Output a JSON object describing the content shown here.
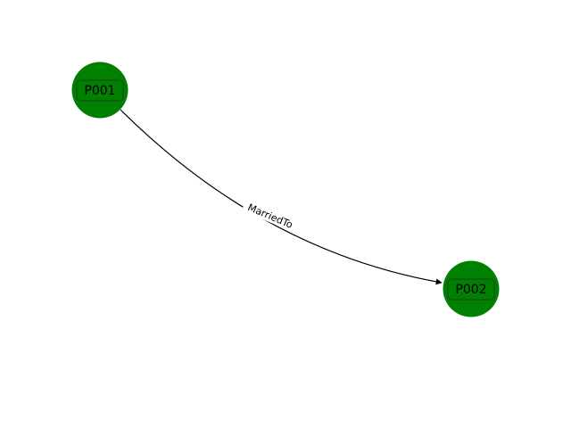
{
  "graph": {
    "node_color": "#008000",
    "label_box_edge": "#1f3d1f",
    "edge_color": "#000000",
    "background": "#ffffff",
    "nodes": [
      {
        "id": "P001",
        "label": "P001"
      },
      {
        "id": "P002",
        "label": "P002"
      }
    ],
    "edges": [
      {
        "source": "P001",
        "target": "P002",
        "label": "MarriedTo",
        "directed": true
      }
    ]
  }
}
